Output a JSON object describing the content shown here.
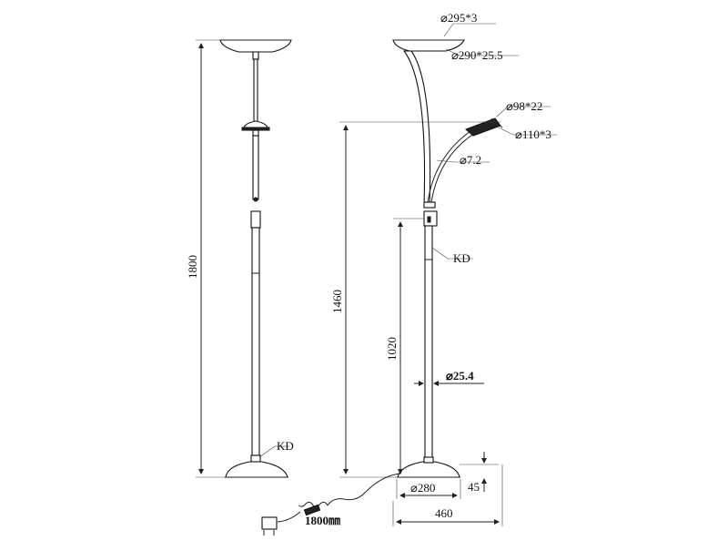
{
  "drawing": {
    "labels": {
      "shade_outer": "⌀295*3",
      "shade_inner": "⌀290*25.5",
      "reading_head": "⌀98*22",
      "reading_outer": "⌀110*3",
      "arm_tube": "⌀7.2",
      "switch_left": "KD",
      "switch_right": "KD",
      "pole_dia": "⌀25.4",
      "base_dia": "⌀280",
      "base_height": "45",
      "total_height": "1800",
      "arm_height": "1460",
      "pole_height": "1020",
      "base_width": "460",
      "cable_length": "1800㎜"
    }
  }
}
